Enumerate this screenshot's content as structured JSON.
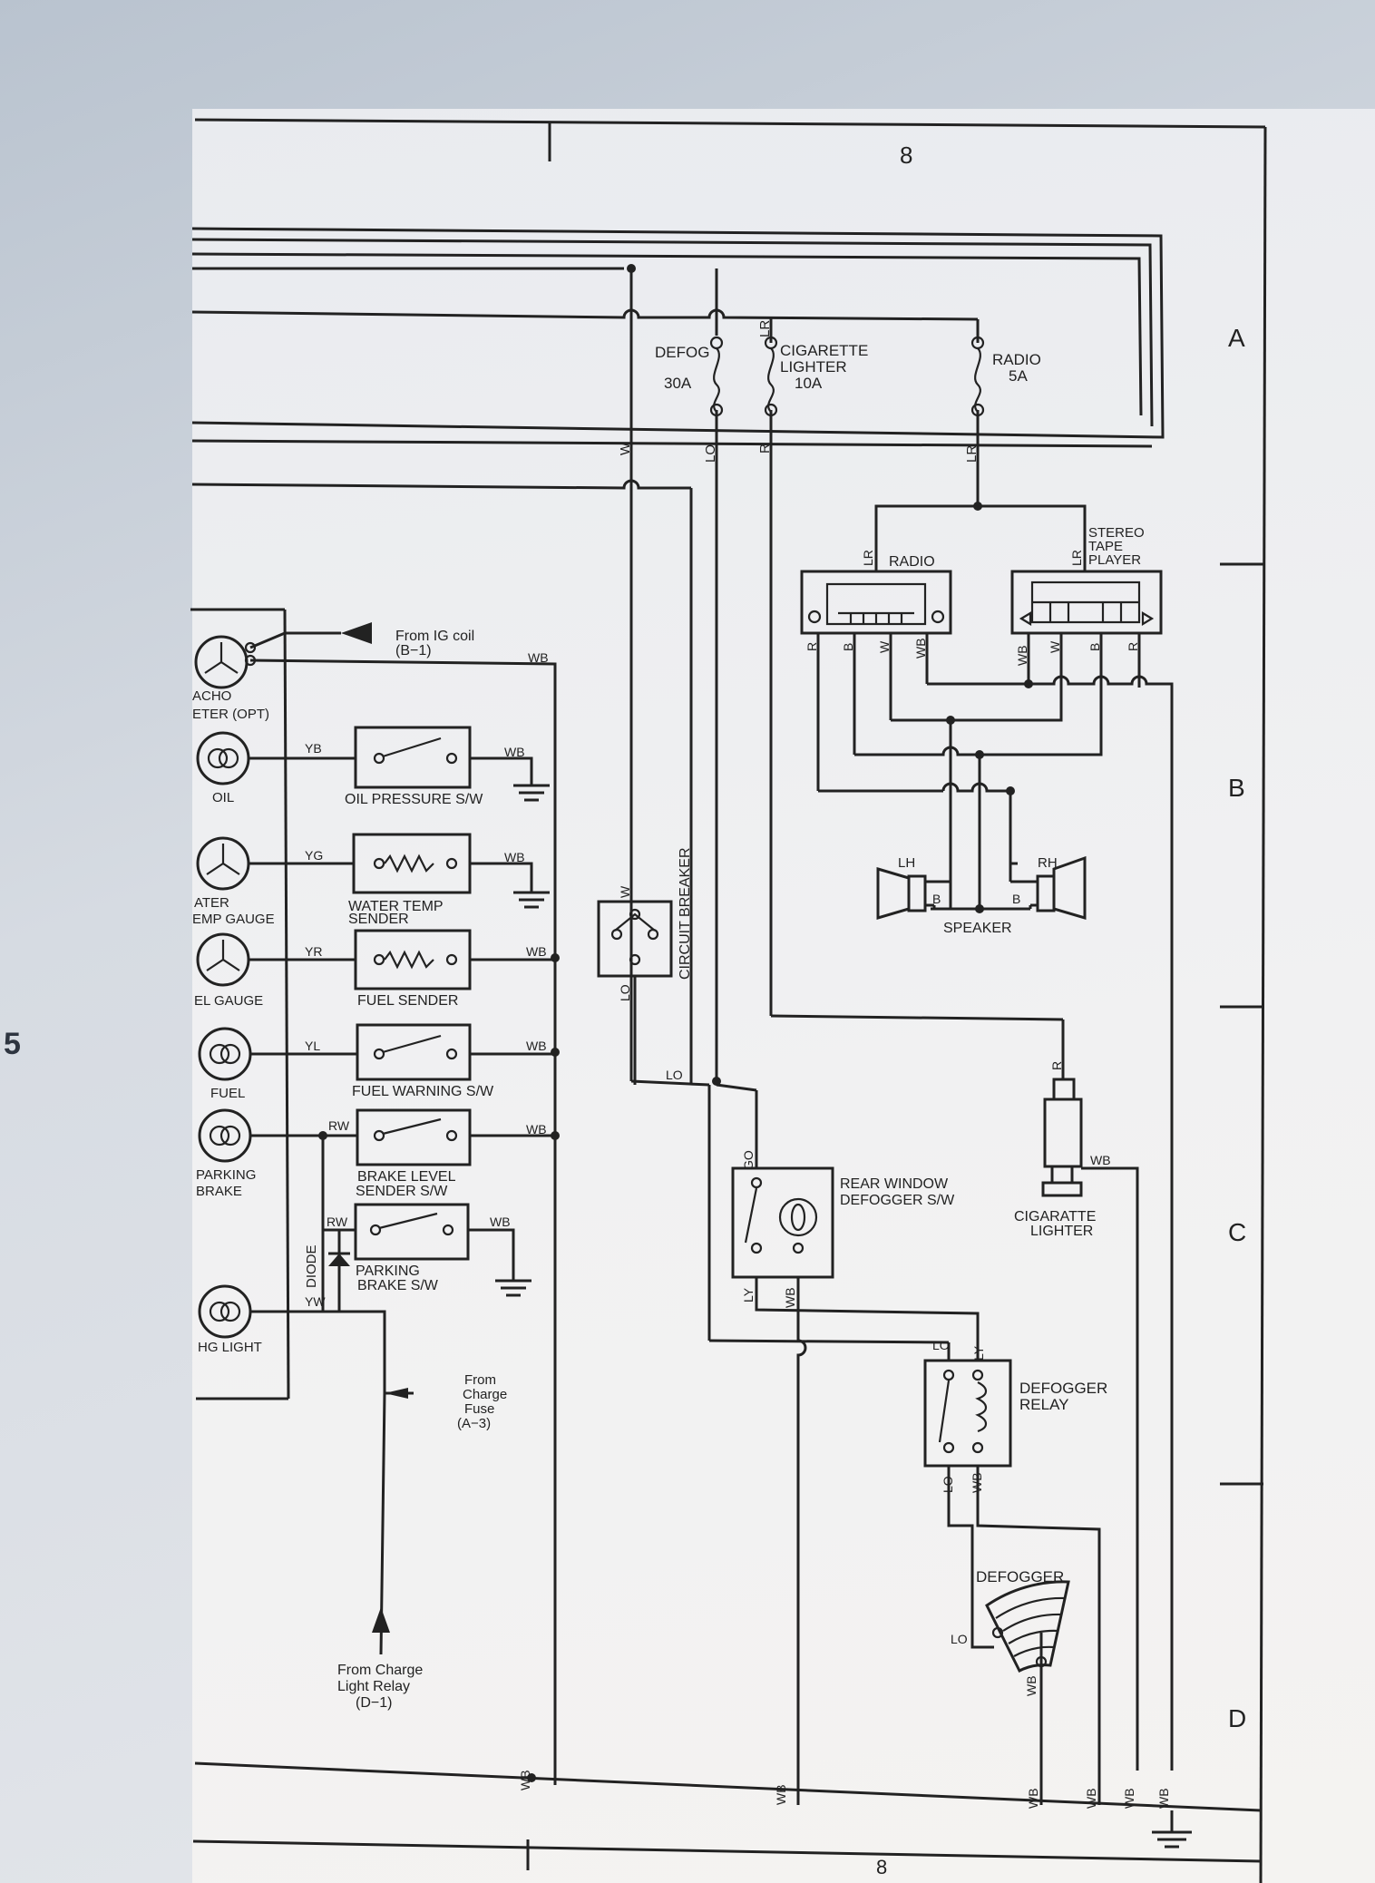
{
  "page": {
    "left_margin_number": "5",
    "column_number_top": "8",
    "column_number_bottom": "8"
  },
  "grid_rows": [
    "A",
    "B",
    "C",
    "D"
  ],
  "fuses": [
    {
      "id": "defog",
      "name": "DEFOG",
      "rating": "30A"
    },
    {
      "id": "cig",
      "name_l1": "CIGARETTE",
      "name_l2": "LIGHTER",
      "rating": "10A"
    },
    {
      "id": "radio",
      "name": "RADIO",
      "rating": "5A"
    }
  ],
  "components": {
    "radio": "RADIO",
    "stereo": [
      "STEREO",
      "TAPE",
      "PLAYER"
    ],
    "speaker": "SPEAKER",
    "speaker_lh": "LH",
    "speaker_rh": "RH",
    "circuit_breaker": "CIRCUIT BREAKER",
    "rear_window_sw": [
      "REAR WINDOW",
      "DEFOGGER S/W"
    ],
    "defogger_relay": [
      "DEFOGGER",
      "RELAY"
    ],
    "defogger": "DEFOGGER",
    "cig_lighter": [
      "CIGARATTE",
      "LIGHTER"
    ],
    "oil_sw": "OIL  PRESSURE S/W",
    "water_sender": [
      "WATER TEMP",
      "SENDER"
    ],
    "fuel_sender": "FUEL   SENDER",
    "fuel_warn_sw": "FUEL WARNING S/W",
    "brake_level": [
      "BRAKE LEVEL",
      "SENDER S/W"
    ],
    "parking_sw": [
      "PARKING",
      "BRAKE S/W"
    ],
    "diode": "DIODE"
  },
  "gauges": {
    "tacho": [
      "ACHO",
      "ETER (OPT)"
    ],
    "oil": "OIL",
    "water": [
      "ATER",
      "EMP GAUGE"
    ],
    "fuel_gauge": "EL GAUGE",
    "fuel": "FUEL",
    "parking": [
      "PARKING",
      "BRAKE"
    ],
    "charge": "HG  LIGHT"
  },
  "notes": {
    "ig_coil": [
      "From IG coil",
      "(B−1)"
    ],
    "charge_fuse": [
      "From",
      "Charge",
      "Fuse",
      "(A−3)"
    ],
    "charge_relay": [
      "From Charge",
      "Light Relay",
      "(D−1)"
    ]
  },
  "wire_codes": {
    "W": "W",
    "LO": "LO",
    "R": "R",
    "LR": "LR",
    "B": "B",
    "WB": "WB",
    "YB": "YB",
    "YG": "YG",
    "YR": "YR",
    "YL": "YL",
    "RW": "RW",
    "YW": "YW",
    "GO": "GO",
    "LY": "LY"
  }
}
